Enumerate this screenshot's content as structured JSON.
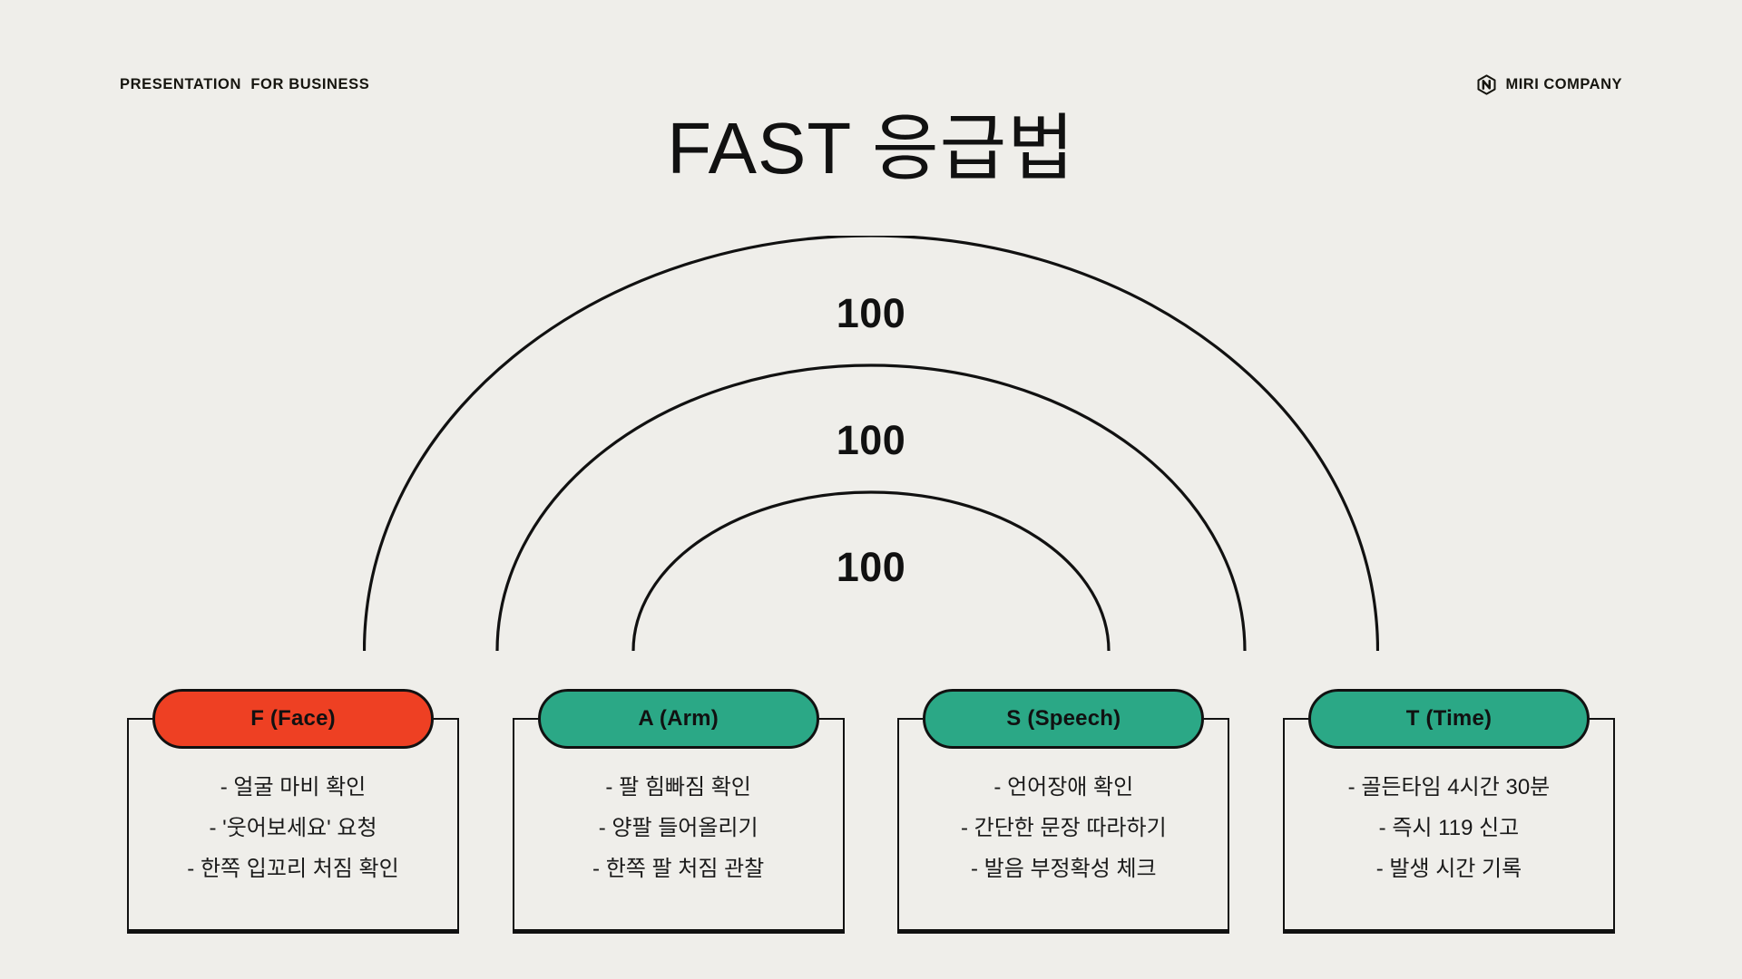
{
  "page": {
    "background_color": "#EFEEEA",
    "title": "FAST 응급법"
  },
  "header": {
    "eyebrow": "PRESENTATION  FOR BUSINESS",
    "brand_name": "MIRI COMPANY",
    "brand_icon": "hexagon-logo-icon"
  },
  "arcs": {
    "count": 3,
    "stroke_color": "#111111",
    "labels": [
      "100",
      "100",
      "100"
    ]
  },
  "cards": [
    {
      "id": "face",
      "label": "F (Face)",
      "accent_color": "#EE4023",
      "items": [
        "- 얼굴 마비 확인",
        "- '웃어보세요' 요청",
        "- 한쪽 입꼬리 처짐 확인"
      ]
    },
    {
      "id": "arm",
      "label": "A (Arm)",
      "accent_color": "#2BA886",
      "items": [
        "- 팔 힘빠짐 확인",
        "- 양팔 들어올리기",
        "- 한쪽 팔 처짐 관찰"
      ]
    },
    {
      "id": "speech",
      "label": "S (Speech)",
      "accent_color": "#2BA886",
      "items": [
        "- 언어장애 확인",
        "- 간단한 문장 따라하기",
        "- 발음 부정확성 체크"
      ]
    },
    {
      "id": "time",
      "label": "T (Time)",
      "accent_color": "#2BA886",
      "items": [
        "- 골든타임 4시간 30분",
        "- 즉시 119 신고",
        "- 발생 시간 기록"
      ]
    }
  ]
}
